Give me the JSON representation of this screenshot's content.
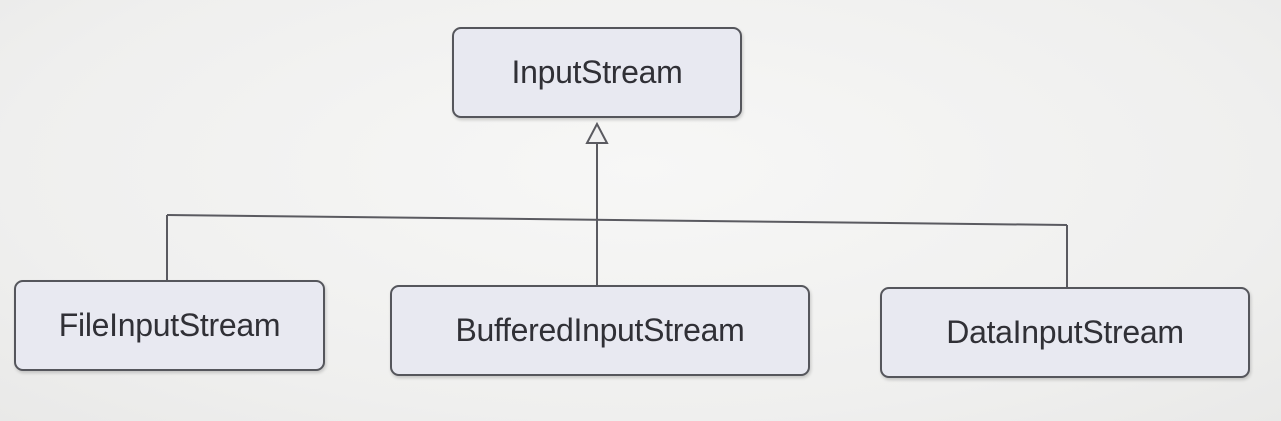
{
  "diagram": {
    "type": "class-inheritance",
    "parent": {
      "label": "InputStream"
    },
    "children": [
      {
        "label": "FileInputStream"
      },
      {
        "label": "BufferedInputStream"
      },
      {
        "label": "DataInputStream"
      }
    ],
    "colors": {
      "background": "#f1f1f1",
      "box_fill": "#e8e9f1",
      "box_border": "#55565c",
      "line": "#5a5a60",
      "text": "#303036"
    },
    "relation": "generalization (hollow triangle arrow points to parent)"
  }
}
